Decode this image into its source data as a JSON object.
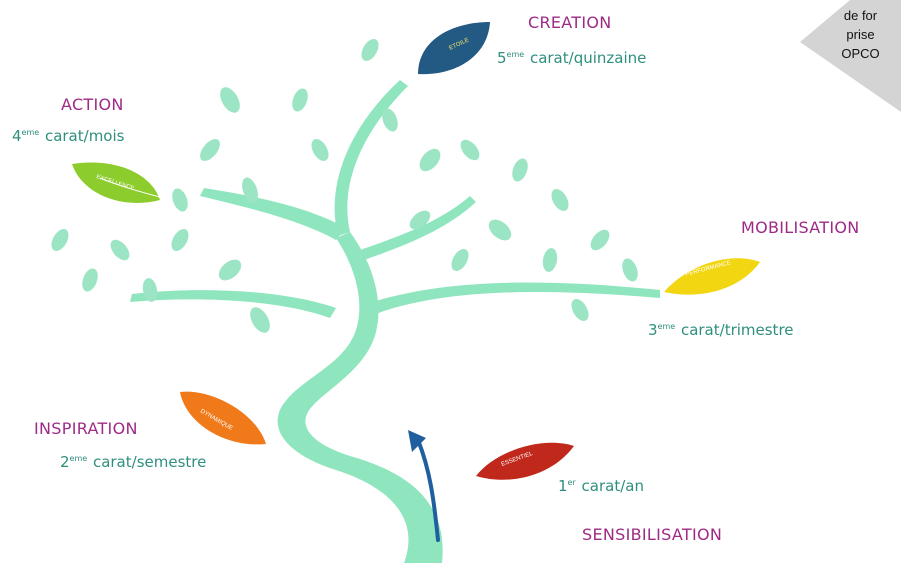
{
  "colors": {
    "title": "#9e2a86",
    "subtitle": "#2f8f7e",
    "trunk": "#8fe6be",
    "foliage": "#9ce5c4",
    "arrow": "#1f5f9e",
    "leaf_etoile": "#235a84",
    "leaf_excellence": "#8ccc2c",
    "leaf_performance": "#f2d612",
    "leaf_dynamique": "#f07a1a",
    "leaf_essentiel": "#c0281c",
    "corner": "#d4d4d4"
  },
  "corner_note": {
    "lines": [
      "de for",
      "prise",
      "OPCO"
    ]
  },
  "stages": {
    "creation": {
      "title": "CREATION",
      "ordinal": "5",
      "sup": "eme",
      "rest": " carat/quinzaine",
      "leaf": "ETOILE"
    },
    "action": {
      "title": "ACTION",
      "ordinal": "4",
      "sup": "eme",
      "rest": " carat/mois",
      "leaf": "EXCELLENCE"
    },
    "mobilisation": {
      "title": "MOBILISATION",
      "ordinal": "3",
      "sup": "eme",
      "rest": " carat/trimestre",
      "leaf": "PERFORMANCE"
    },
    "inspiration": {
      "title": "INSPIRATION",
      "ordinal": "2",
      "sup": "eme",
      "rest": " carat/semestre",
      "leaf": "DYNAMIQUE"
    },
    "sensibilisation": {
      "title": "SENSIBILISATION",
      "ordinal": "1",
      "sup": "er",
      "rest": " carat/an",
      "leaf": "ESSENTIEL"
    }
  }
}
